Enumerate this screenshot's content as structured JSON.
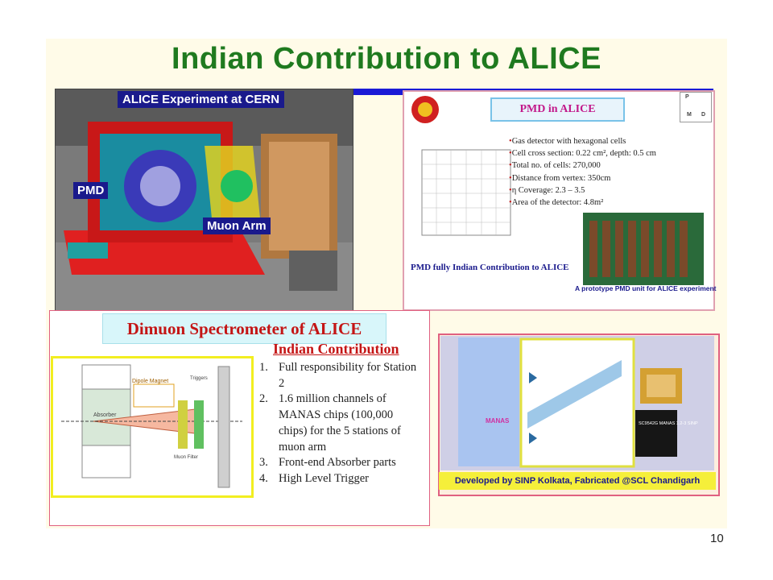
{
  "title": "Indian Contribution to ALICE",
  "alice": {
    "label": "ALICE Experiment at CERN",
    "pmd_tag": "PMD",
    "muon_tag": "Muon Arm"
  },
  "pmd": {
    "heading": "PMD in ALICE",
    "bullets": [
      "Gas detector with hexagonal cells",
      "Cell cross section: 0.22 cm², depth: 0.5 cm",
      "Total no. of cells: 270,000",
      "Distance from vertex: 350cm",
      "η Coverage: 2.3 – 3.5",
      "Area of the detector: 4.8m²"
    ],
    "caption_left": "PMD fully Indian Contribution to ALICE",
    "caption_right": "A prototype PMD unit for ALICE experiment",
    "legend": [
      "P",
      "M",
      "D"
    ]
  },
  "dimuon": {
    "heading": "Dimuon Spectrometer of ALICE",
    "diagram_labels": {
      "dipole": "Dipole Magnet",
      "absorber": "Absorber",
      "muon_filter": "Muon Filter",
      "triggers": "Triggers"
    },
    "indian_heading": "Indian Contribution",
    "items": [
      {
        "num": "1.",
        "text": "Full responsibility for Station 2"
      },
      {
        "num": "2.",
        "text": "1.6 million channels of MANAS chips (100,000 chips) for the 5 stations of muon arm"
      },
      {
        "num": "3.",
        "text": "Front-end Absorber parts"
      },
      {
        "num": "4.",
        "text": " High Level Trigger"
      }
    ]
  },
  "manas": {
    "name": "MANAS",
    "chip_label": "SC9542G MANAS 1.2-3 SINP",
    "caption": "Developed by SINP Kolkata, Fabricated @SCL Chandigarh"
  },
  "page_number": "10"
}
